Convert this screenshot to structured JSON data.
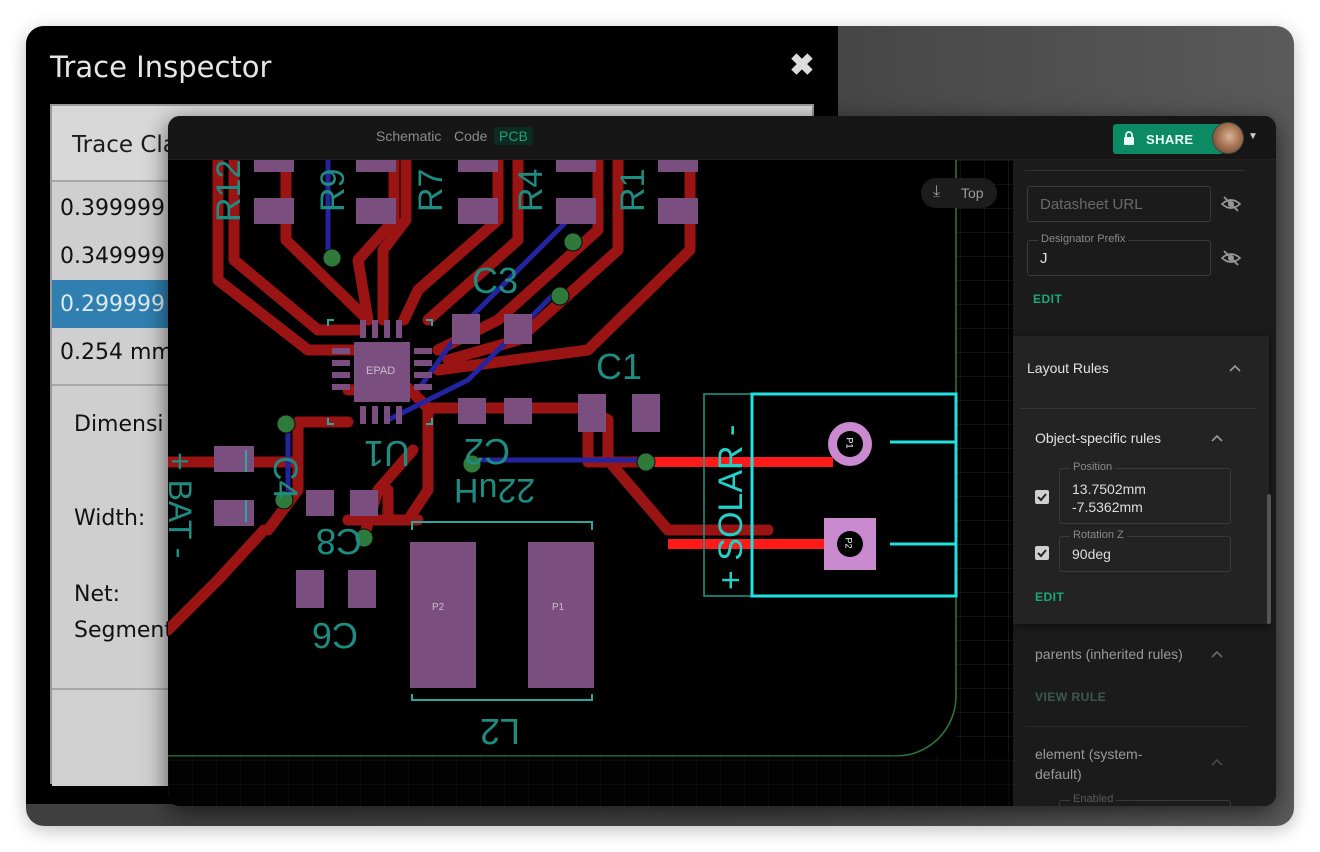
{
  "inspector": {
    "title": "Trace Inspector",
    "close_icon": "close-icon",
    "header": "Trace Cla",
    "rows": [
      "0.399999",
      "0.349999",
      "0.299999",
      "0.254 mm"
    ],
    "selected_index": 2,
    "labels": [
      "Dimensi",
      "Width:",
      "Net:",
      "Segment"
    ]
  },
  "editor": {
    "tabs": [
      "Schematic",
      "Code",
      "PCB"
    ],
    "active_tab": "PCB",
    "share_label": "SHARE",
    "view_label": "Top",
    "accent_color": "#0b8a63"
  },
  "pcb": {
    "component_labels": {
      "r12": "R12",
      "r9": "R9",
      "r7": "R7",
      "r4": "R4",
      "r1": "R1",
      "c3": "C3",
      "c1": "C1",
      "u1": "U1",
      "c2": "C2",
      "c2_value": "22uH",
      "c4": "C4",
      "c8": "C8",
      "c6": "C6",
      "l2": "L2",
      "bat": "+ BAT -",
      "solar": "+ SOLAR -",
      "epad": "EPAD"
    },
    "pad_labels": {
      "p1": "P1",
      "p2": "P2"
    }
  },
  "sidebar": {
    "datasheet_placeholder": "Datasheet URL",
    "designator_label": "Designator Prefix",
    "designator_value": "J",
    "edit_label": "EDIT",
    "layout_rules": "Layout Rules",
    "object_rules": "Object-specific rules",
    "position_label": "Position",
    "position_x": "13.7502mm",
    "position_y": "-7.5362mm",
    "rotation_label": "Rotation Z",
    "rotation_value": "90deg",
    "parents_rules": "parents (inherited rules)",
    "view_rules": "VIEW RULE",
    "element_rules_1": "element (system-",
    "element_rules_2": "default)",
    "enabled_label": "Enabled"
  }
}
